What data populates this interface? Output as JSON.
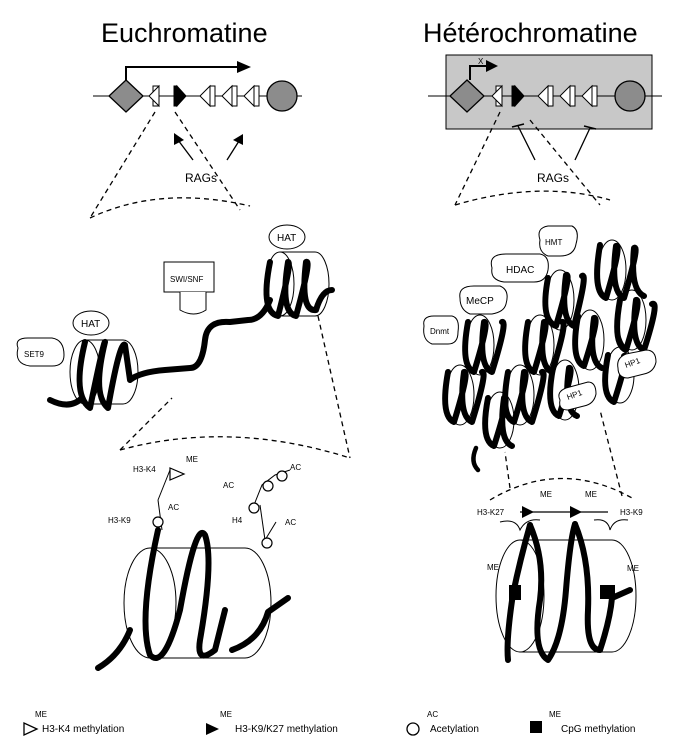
{
  "titles": {
    "left": "Euchromatine",
    "right": "Hétérochromatine"
  },
  "euchromatin": {
    "rags_label": "RAGs",
    "enzymes": {
      "hat_top": "HAT",
      "swi_snf": "SWI/SNF",
      "hat_mid": "HAT",
      "set9": "SET9"
    },
    "marks": {
      "h3k4": "H3-K4",
      "h3k9": "H3-K9",
      "h4": "H4",
      "me": "ME",
      "ac1": "AC",
      "ac2": "AC",
      "ac3": "AC",
      "ac4": "AC"
    }
  },
  "heterochromatin": {
    "rags_label": "RAGs",
    "enzymes": {
      "hmt": "HMT",
      "hdac": "HDAC",
      "mecp": "MeCP",
      "dnmt": "Dnmt",
      "hp1a": "HP1",
      "hp1b": "HP1"
    },
    "marks": {
      "h3k27": "H3-K27",
      "h3k9": "H3-K9",
      "me1": "ME",
      "me2": "ME",
      "me3": "ME",
      "me4": "ME"
    }
  },
  "legend": [
    {
      "icon": "open-triangle-icon",
      "super": "ME",
      "label": "H3-K4 methylation"
    },
    {
      "icon": "filled-triangle-icon",
      "super": "ME",
      "label": "H3-K9/K27 methylation"
    },
    {
      "icon": "open-circle-icon",
      "super": "AC",
      "label": "Acetylation"
    },
    {
      "icon": "filled-square-icon",
      "super": "ME",
      "label": "CpG methylation"
    }
  ],
  "colors": {
    "promoter_diamond": "#8c8c8c",
    "enhancer_circle": "#8c8c8c",
    "heterochromatin_box": "#c8c8c8"
  }
}
